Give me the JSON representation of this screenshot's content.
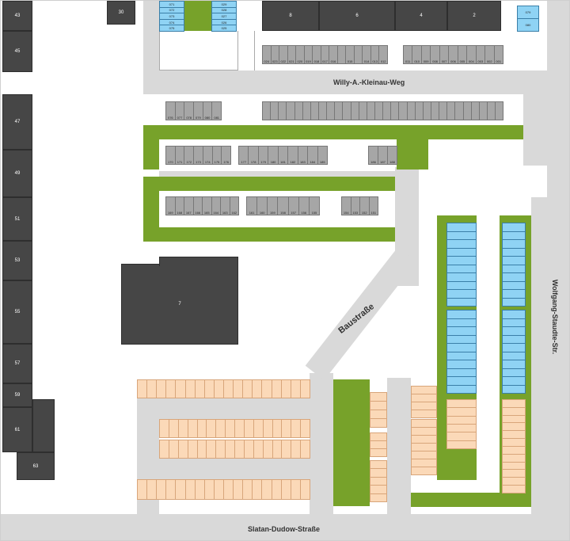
{
  "streets": {
    "top": "Willy-A.-Kleinau-Weg",
    "bottom": "Slatan-Dudow-Straße",
    "right": "Wolfgang-Staudte-Str.",
    "diag": "Baustraße"
  },
  "buildings": {
    "b43": "43",
    "b45": "45",
    "b30": "30",
    "b47": "47",
    "b49": "49",
    "b51": "51",
    "b53": "53",
    "b55": "55",
    "b57": "57",
    "b59": "59",
    "b61": "61",
    "b63": "63",
    "b7": "7",
    "b8": "8",
    "b6": "6",
    "b4": "4",
    "b2": "2"
  },
  "spots": {
    "tl_left": [
      "071",
      "072",
      "073",
      "074",
      "075"
    ],
    "tl_right": [
      "029",
      "028",
      "027",
      "026",
      "025"
    ],
    "topright_blue": [
      "079",
      "080"
    ],
    "toprow_a": [
      "024",
      "023",
      "022",
      "021",
      "020",
      "019",
      "018",
      "017",
      "016",
      "",
      "015",
      "",
      "014",
      "013",
      "012"
    ],
    "toprow_b": [
      "011",
      "010",
      "009",
      "008",
      "007",
      "006",
      "005",
      "004",
      "003",
      "002",
      "001"
    ],
    "row2_small": [
      "076",
      "077",
      "078",
      "079",
      "080",
      "081"
    ],
    "row2_long": [
      "",
      "",
      "",
      "",
      "",
      "",
      "",
      "",
      "",
      "",
      "",
      "",
      "",
      "",
      "",
      "",
      "",
      "",
      "",
      "",
      "",
      "",
      "",
      "",
      "",
      "",
      "",
      "",
      "",
      ""
    ],
    "row3_a": [
      "170",
      "171",
      "172",
      "173",
      "174",
      "175",
      "176"
    ],
    "row3_b": [
      "177",
      "178",
      "179",
      "180",
      "181",
      "182",
      "183",
      "184",
      "185"
    ],
    "row3_c": [
      "186",
      "187",
      "188"
    ],
    "row4_a": [
      "169",
      "168",
      "167",
      "166",
      "165",
      "164",
      "163",
      "162"
    ],
    "row4_b": [
      "161",
      "160",
      "159",
      "158",
      "157",
      "156",
      "155"
    ],
    "row4_c": [
      "154",
      "153",
      "152",
      "151"
    ]
  }
}
